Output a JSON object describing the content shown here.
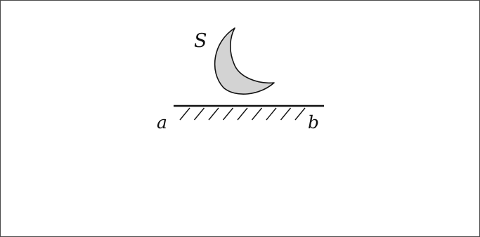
{
  "diagram": {
    "object_label": "S",
    "surface_left_label": "a",
    "surface_right_label": "b",
    "hatch_count": 9,
    "colors": {
      "border": "#4a4a4a",
      "stroke": "#111111",
      "object_fill": "#d3d3d3",
      "background": "#ffffff"
    }
  }
}
